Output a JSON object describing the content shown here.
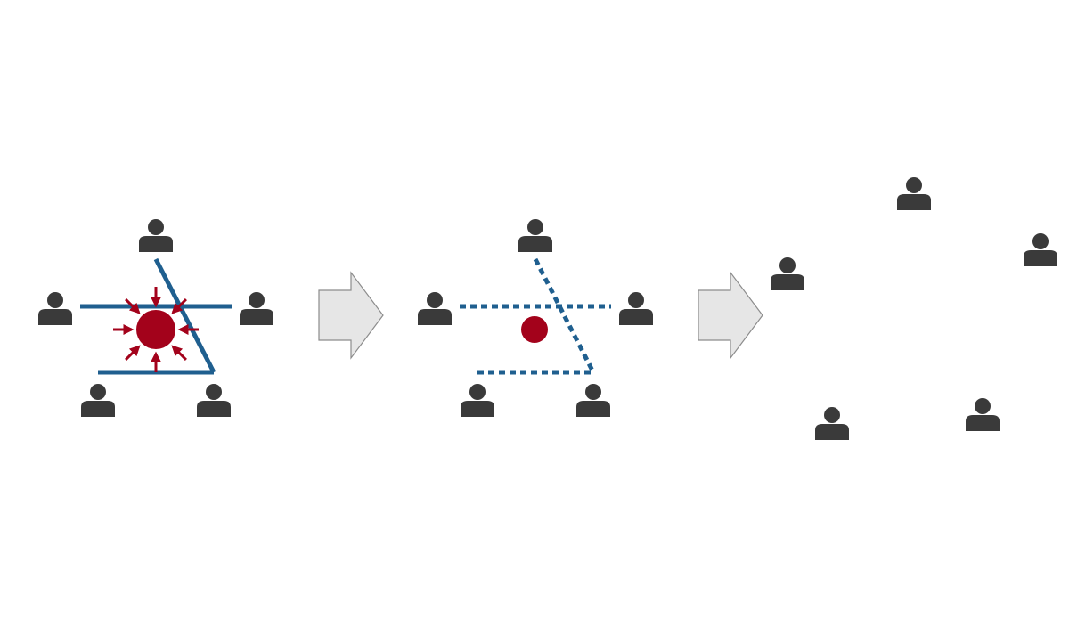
{
  "colors": {
    "background": "#ffffff",
    "person": "#3a3a3a",
    "constraint_line": "#1f5f8f",
    "pressure": "#a3021b",
    "arrow_fill": "#e6e6e6",
    "arrow_stroke": "#8c8c8c"
  },
  "panels": [
    {
      "id": "bound",
      "people_count": 5,
      "line_style": "solid",
      "pressure_arrows": 8
    },
    {
      "id": "loosened",
      "people_count": 5,
      "line_style": "dotted",
      "pressure_arrows": 0
    },
    {
      "id": "dispersed",
      "people_count": 5,
      "line_style": "none",
      "pressure_arrows": 0
    }
  ],
  "transitions": [
    {
      "from": "bound",
      "to": "loosened",
      "icon": "right-arrow-icon"
    },
    {
      "from": "loosened",
      "to": "dispersed",
      "icon": "right-arrow-icon"
    }
  ],
  "icons": {
    "person": "person-icon",
    "pressure": "inward-arrow-icon",
    "center": "center-dot-icon"
  }
}
